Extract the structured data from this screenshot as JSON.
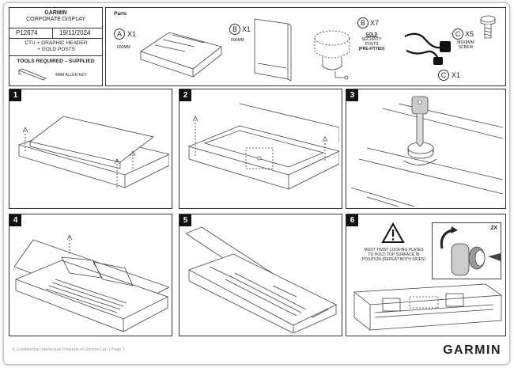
{
  "title_block": {
    "brand": "GARMIN",
    "doc_title": "CORPORATE DISPLAY",
    "part_number": "P12674",
    "date": "19/11/2024",
    "description": "CTU + GRAPHIC HEADER + GOLD POSTS"
  },
  "tools": {
    "heading": "TOOLS REQUIRED – SUPPLIED",
    "item": "4MM ALLEN KEY"
  },
  "parts": {
    "heading": "Parts",
    "items": [
      {
        "letter": "A",
        "qty": "X1",
        "caption": "600MM"
      },
      {
        "letter": "B",
        "qty": "X1",
        "caption": "600MM"
      },
      {
        "letter": "B",
        "qty": "X7",
        "caption_gold": "GOLD",
        "caption": "SECURITY POSTS",
        "caption_note": "(PRE-FITTED)"
      },
      {
        "letter": "C",
        "qty": "X5",
        "caption": "M6X8MM SCREW"
      },
      {
        "letter": "C",
        "qty": "X1"
      }
    ]
  },
  "steps": [
    {
      "number": "1"
    },
    {
      "number": "2"
    },
    {
      "number": "3"
    },
    {
      "number": "4"
    },
    {
      "number": "5"
    },
    {
      "number": "6",
      "warning": "MUST TWIST LOCKING PLATES TO HOLD TOP SURFACE IN POSITION (REPEAT BOTH SIDES)",
      "multiplier": "2X"
    }
  ],
  "footer": {
    "confidential": "© Confidential Intellectual Property of Garmin Ltd. | Page 1",
    "logo": "GARMIN"
  },
  "icons": [
    "allen-key-icon",
    "warning-triangle-icon",
    "power-cable-icon",
    "key-icon",
    "screw-icon",
    "security-post-icon"
  ]
}
